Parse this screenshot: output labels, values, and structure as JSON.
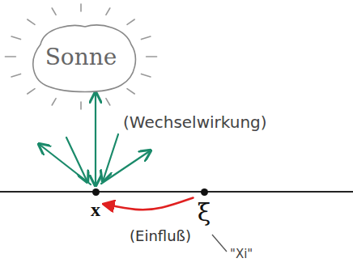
{
  "diagram": {
    "nodes": [
      {
        "text": [
          "Sonne"
        ]
      },
      {
        "text": [
          "x"
        ]
      },
      {
        "text": [
          "ξ"
        ]
      }
    ],
    "edges": [
      {
        "from": 0,
        "to": 1,
        "arrow": "both",
        "label": "(Wechselwirkung)"
      },
      {
        "from": 2,
        "to": 1,
        "arrow": "to",
        "label": "(Einfluß)"
      }
    ],
    "labels": [
      "\"Xi\""
    ]
  }
}
